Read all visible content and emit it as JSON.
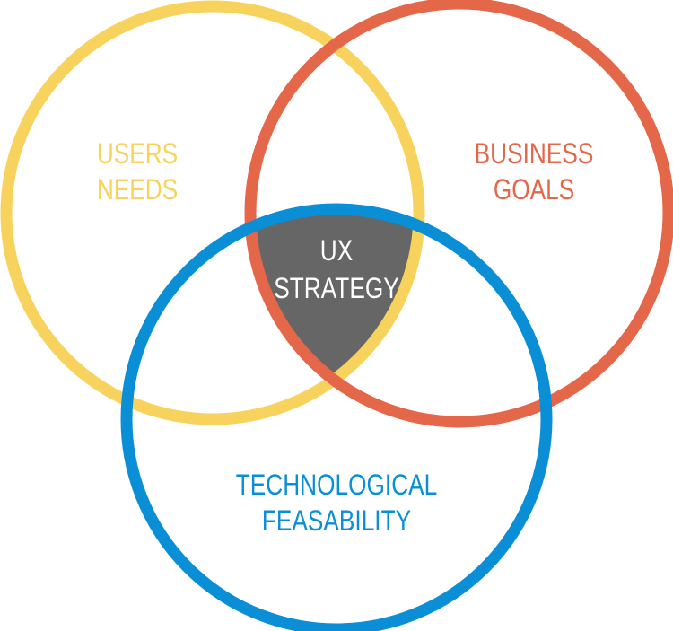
{
  "diagram": {
    "type": "venn",
    "sets": [
      {
        "id": "users",
        "lines": [
          "USERS",
          "NEEDS"
        ],
        "color": "#F7D35E"
      },
      {
        "id": "business",
        "lines": [
          "BUSINESS",
          "GOALS"
        ],
        "color": "#E4674A"
      },
      {
        "id": "tech",
        "lines": [
          "TECHNOLOGICAL",
          "FEASABILITY"
        ],
        "color": "#0A8ED6"
      }
    ],
    "intersection": {
      "lines": [
        "UX",
        "STRATEGY"
      ],
      "color": "#666666",
      "text_color": "#FFFFFF"
    }
  }
}
